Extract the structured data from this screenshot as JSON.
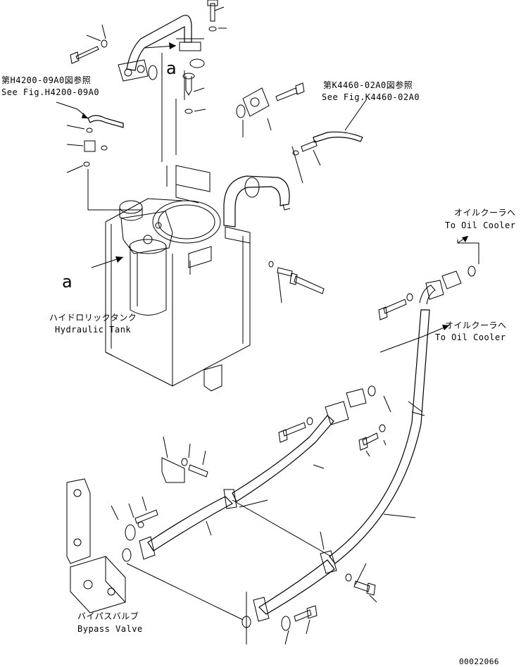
{
  "labels": {
    "ref_h4200_jp": "第H4200-09A0図参照",
    "ref_h4200_en": "See Fig.H4200-09A0",
    "ref_k4460_jp": "第K4460-02A0図参照",
    "ref_k4460_en": "See Fig.K4460-02A0",
    "to_oil_cooler_1_jp": "オイルクーラへ",
    "to_oil_cooler_1_en": "To Oil Cooler",
    "to_oil_cooler_2_jp": "オイルクーラへ",
    "to_oil_cooler_2_en": "To Oil Cooler",
    "hydraulic_tank_jp": "ハイドロリックタンク",
    "hydraulic_tank_en": "Hydraulic Tank",
    "bypass_valve_jp": "バイパスバルブ",
    "bypass_valve_en": "Bypass Valve",
    "marker_a_top": "a",
    "marker_a_left": "a",
    "drawing_number": "00022066"
  }
}
